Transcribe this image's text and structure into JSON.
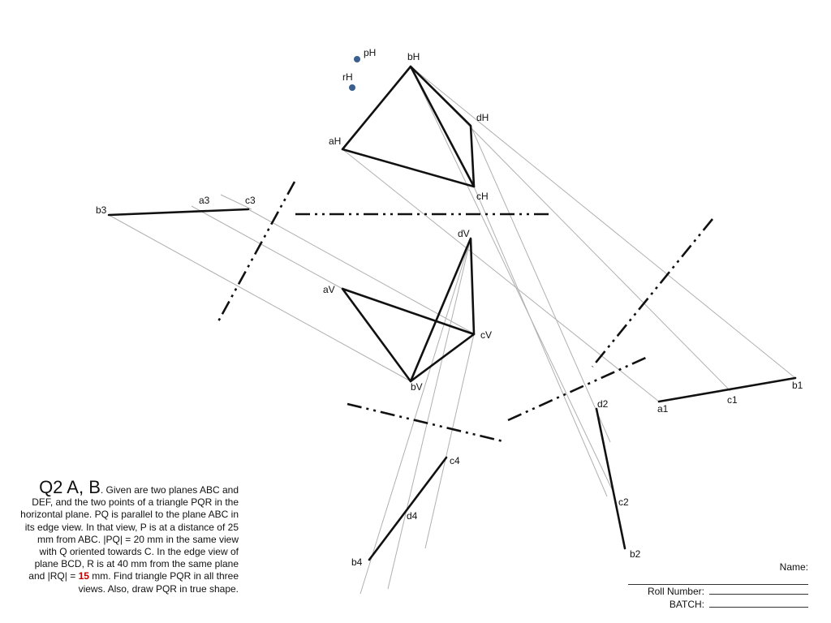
{
  "points": {
    "pH": "pH",
    "rH": "rH",
    "bH": "bH",
    "dH": "dH",
    "aH": "aH",
    "cH": "cH",
    "b3": "b3",
    "a3": "a3",
    "c3": "c3",
    "dV": "dV",
    "aV": "aV",
    "cV": "cV",
    "bV": "bV",
    "d2": "d2",
    "a1": "a1",
    "c1": "c1",
    "b1": "b1",
    "c2": "c2",
    "b2": "b2",
    "c4": "c4",
    "d4": "d4",
    "b4": "b4"
  },
  "colors": {
    "point_marker": "#3b5f8f",
    "edge": "#111111",
    "projector": "#b0b0b0",
    "highlight_value": "#c00000"
  },
  "problem": {
    "title": "Q2 A, B",
    "text_before": ". Given are two planes ABC and DEF, and the two points of a triangle PQR in the horizontal plane. PQ is parallel to the plane ABC in its edge view. In that view, P is at a distance of 25 mm from ABC. |PQ| = 20 mm in the same view with Q oriented towards C. In the edge view of plane BCD, R is at 40 mm from the same plane and |RQ| = ",
    "highlight": "15",
    "text_after": " mm. Find triangle PQR in all three views. Also, draw PQR in true shape."
  },
  "form": {
    "name_label": "Name:",
    "roll_label": "Roll Number:",
    "batch_label": "BATCH:"
  }
}
